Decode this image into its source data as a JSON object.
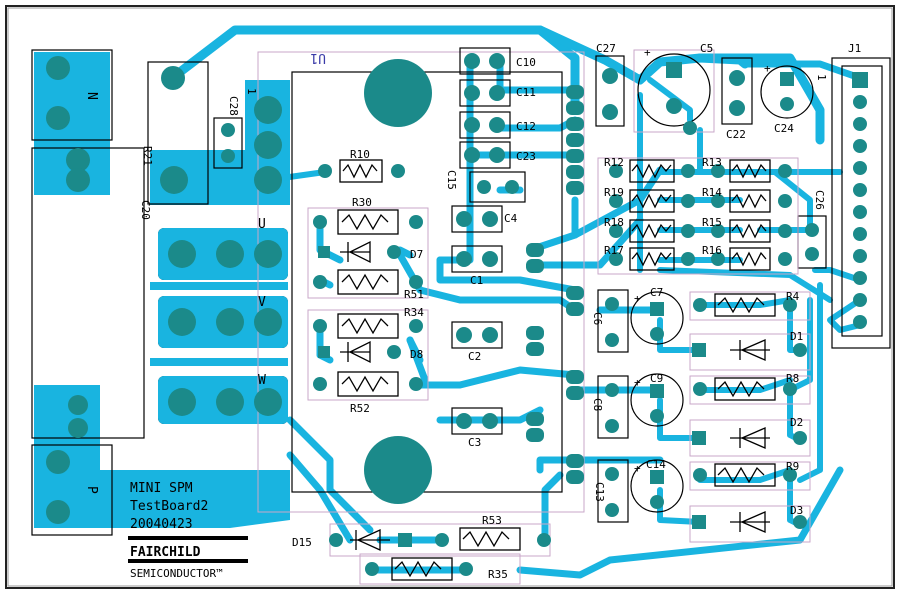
{
  "logo": {
    "line1": "FAIRCHILD",
    "line2": "SEMICONDUCTOR™"
  },
  "board_text": {
    "title1": "MINI SPM",
    "title2": "TestBoard2",
    "date": "20040423"
  },
  "terminals": {
    "N": "N",
    "P": "P",
    "U": "U",
    "V": "V",
    "W": "W"
  },
  "components": {
    "U1": "U1",
    "J1": "J1",
    "j1_pin": "1",
    "v_pin": "1",
    "C1": "C1",
    "C2": "C2",
    "C3": "C3",
    "C4": "C4",
    "C5": "C5",
    "C6": "C6",
    "C7": "C7",
    "C8": "C8",
    "C9": "C9",
    "C10": "C10",
    "C11": "C11",
    "C12": "C12",
    "C13": "C13",
    "C14": "C14",
    "C15": "C15",
    "C20": "C20",
    "C22": "C22",
    "C23": "C23",
    "C24": "C24",
    "C26": "C26",
    "C27": "C27",
    "C28": "C28",
    "R4": "R4",
    "R8": "R8",
    "R9": "R9",
    "R10": "R10",
    "R12": "R12",
    "R13": "R13",
    "R14": "R14",
    "R15": "R15",
    "R16": "R16",
    "R17": "R17",
    "R18": "R18",
    "R19": "R19",
    "R21": "R21",
    "R30": "R30",
    "R34": "R34",
    "R35": "R35",
    "R51": "R51",
    "R52": "R52",
    "R53": "R53",
    "D1": "D1",
    "D2": "D2",
    "D3": "D3",
    "D7": "D7",
    "D8": "D8",
    "D15": "D15"
  },
  "colors": {
    "copper": "#19b4e0",
    "pad": "#1b8a8a",
    "silkscreen": "#000000",
    "outline": "#c9a7c9"
  }
}
